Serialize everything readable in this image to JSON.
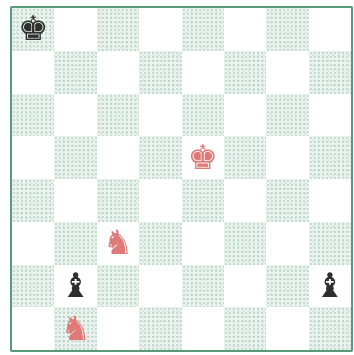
{
  "board": {
    "light_color": "#ffffff",
    "dark_color": "#eaf3ee",
    "border_color": "#5a9a7a",
    "pieces": [
      {
        "square": "a8",
        "type": "king",
        "side": "black",
        "glyph": "♚",
        "color": "#2f2f2f"
      },
      {
        "square": "e5",
        "type": "king",
        "side": "red",
        "glyph": "♚",
        "color": "#e07a78"
      },
      {
        "square": "c3",
        "type": "knight",
        "side": "red",
        "glyph": "♞",
        "color": "#e07a78"
      },
      {
        "square": "b2",
        "type": "bishop",
        "side": "black",
        "glyph": "♝",
        "color": "#2f2f2f"
      },
      {
        "square": "h2",
        "type": "bishop",
        "side": "black",
        "glyph": "♝",
        "color": "#2f2f2f"
      },
      {
        "square": "b1",
        "type": "knight",
        "side": "red",
        "glyph": "♞",
        "color": "#e07a78"
      }
    ]
  }
}
